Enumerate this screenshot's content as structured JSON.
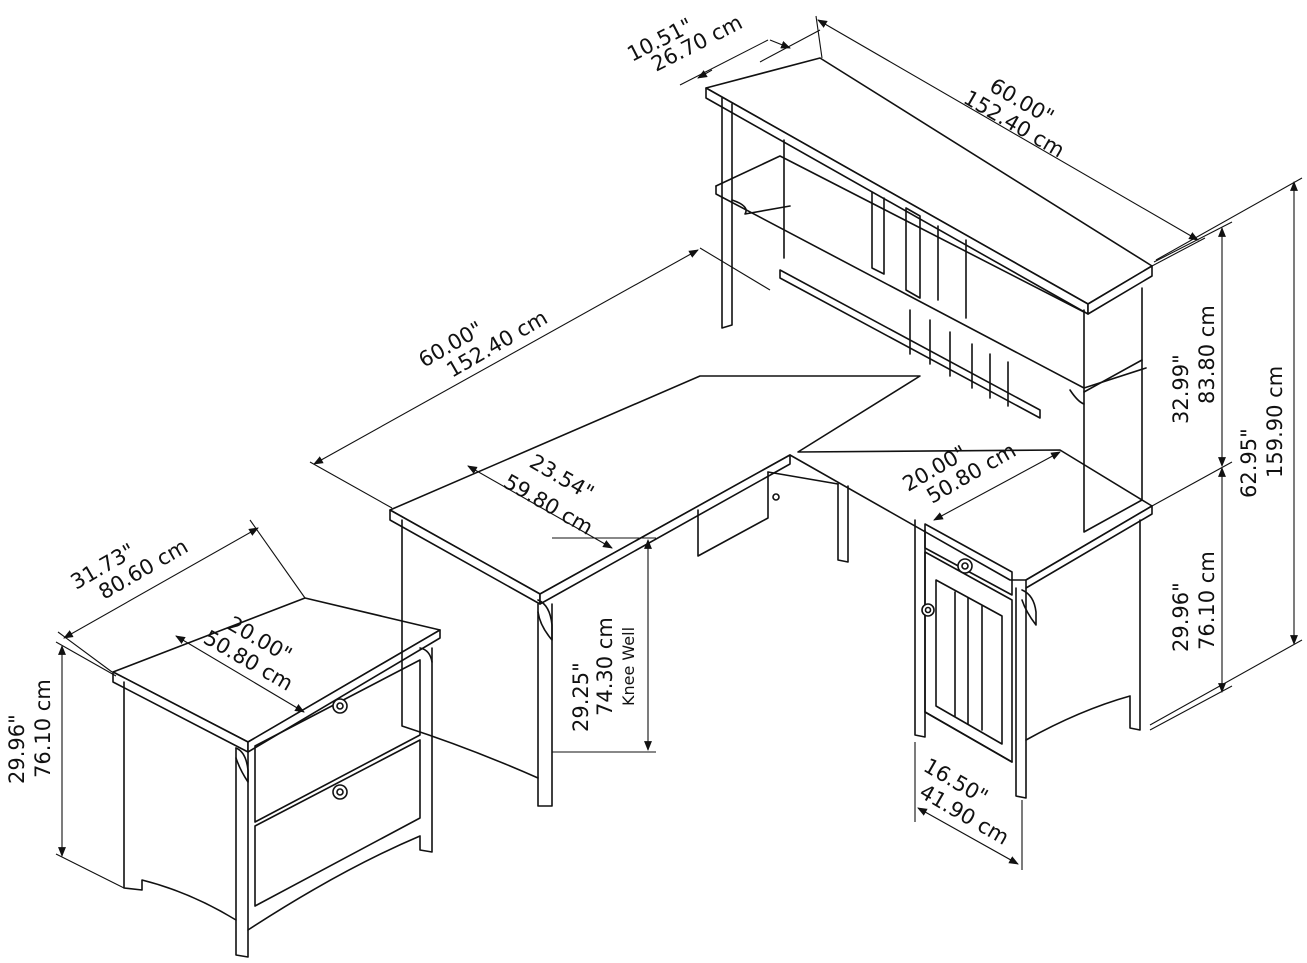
{
  "dimensions": {
    "hutch_depth": {
      "imperial": "10.51\"",
      "metric": "26.70 cm"
    },
    "hutch_width": {
      "imperial": "60.00\"",
      "metric": "152.40 cm"
    },
    "desk_width": {
      "imperial": "60.00\"",
      "metric": "152.40 cm"
    },
    "desk_depth": {
      "imperial": "23.54\"",
      "metric": "59.80 cm"
    },
    "return_depth": {
      "imperial": "20.00\"",
      "metric": "50.80 cm"
    },
    "hutch_height": {
      "imperial": "32.99\"",
      "metric": "83.80 cm"
    },
    "total_height": {
      "imperial": "62.95\"",
      "metric": "159.90 cm"
    },
    "desk_height": {
      "imperial": "29.96\"",
      "metric": "76.10 cm"
    },
    "knee_well": {
      "imperial": "29.25\"",
      "metric": "74.30 cm",
      "note": "Knee Well"
    },
    "pedestal_width": {
      "imperial": "16.50\"",
      "metric": "41.90 cm"
    },
    "file_width": {
      "imperial": "31.73\"",
      "metric": "80.60 cm"
    },
    "file_depth": {
      "imperial": "20.00\"",
      "metric": "50.80 cm"
    },
    "file_height": {
      "imperial": "29.96\"",
      "metric": "76.10 cm"
    }
  },
  "icons": [
    "drawer-knob-icon",
    "arrowhead-icon"
  ]
}
